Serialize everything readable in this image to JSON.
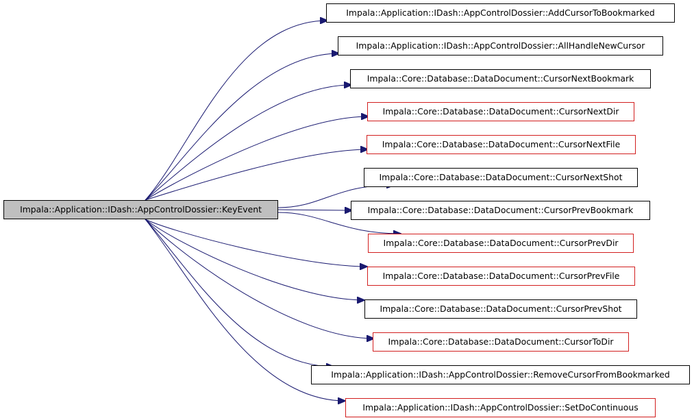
{
  "colors": {
    "edge": "#191970",
    "root_fill": "#bfbfbf",
    "node_border_default": "#000000",
    "node_border_undocumented": "#d21e1e"
  },
  "root": {
    "label": "Impala::Application::IDash::AppControlDossier::KeyEvent"
  },
  "callees": [
    {
      "label": "Impala::Application::IDash::AppControlDossier::AddCursorToBookmarked",
      "border": "black"
    },
    {
      "label": "Impala::Application::IDash::AppControlDossier::AllHandleNewCursor",
      "border": "black"
    },
    {
      "label": "Impala::Core::Database::DataDocument::CursorNextBookmark",
      "border": "black"
    },
    {
      "label": "Impala::Core::Database::DataDocument::CursorNextDir",
      "border": "red"
    },
    {
      "label": "Impala::Core::Database::DataDocument::CursorNextFile",
      "border": "red"
    },
    {
      "label": "Impala::Core::Database::DataDocument::CursorNextShot",
      "border": "black"
    },
    {
      "label": "Impala::Core::Database::DataDocument::CursorPrevBookmark",
      "border": "black"
    },
    {
      "label": "Impala::Core::Database::DataDocument::CursorPrevDir",
      "border": "red"
    },
    {
      "label": "Impala::Core::Database::DataDocument::CursorPrevFile",
      "border": "red"
    },
    {
      "label": "Impala::Core::Database::DataDocument::CursorPrevShot",
      "border": "black"
    },
    {
      "label": "Impala::Core::Database::DataDocument::CursorToDir",
      "border": "red"
    },
    {
      "label": "Impala::Application::IDash::AppControlDossier::RemoveCursorFromBookmarked",
      "border": "black"
    },
    {
      "label": "Impala::Application::IDash::AppControlDossier::SetDoContinuous",
      "border": "red"
    }
  ]
}
